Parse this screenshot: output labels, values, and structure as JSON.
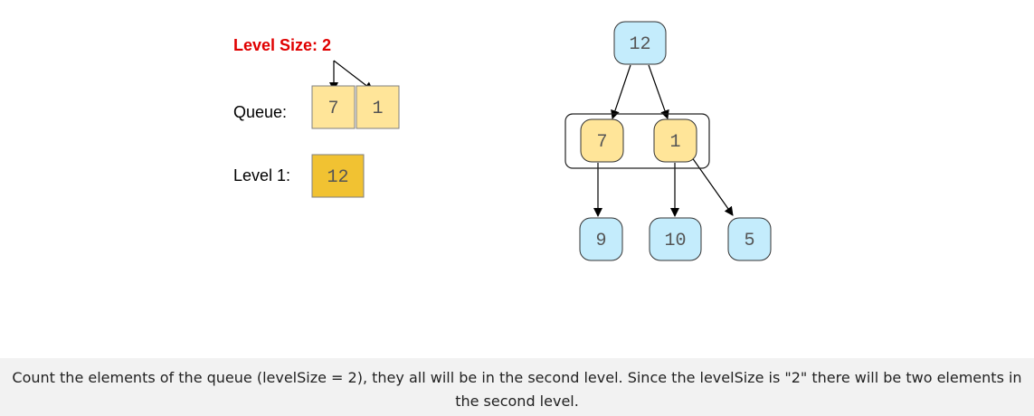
{
  "colors": {
    "level_size_text": "#e00000",
    "queue_cell_fill": "#ffe599",
    "level_cell_fill": "#f1c232",
    "tree_node_blue": "#c4ecfc",
    "tree_node_yellow": "#ffe599",
    "caption_background": "#f2f2f2",
    "node_text": "#555555"
  },
  "level_size_label": "Level Size: 2",
  "queue": {
    "label": "Queue:",
    "items": [
      "7",
      "1"
    ]
  },
  "level1": {
    "label": "Level 1:",
    "items": [
      "12"
    ]
  },
  "tree": {
    "root": "12",
    "level2": [
      "7",
      "1"
    ],
    "level3": [
      "9",
      "10",
      "5"
    ]
  },
  "caption": "Count the elements of the queue (levelSize = 2), they all will be in the second level. Since the levelSize is \"2\" there will be two elements in the second level."
}
